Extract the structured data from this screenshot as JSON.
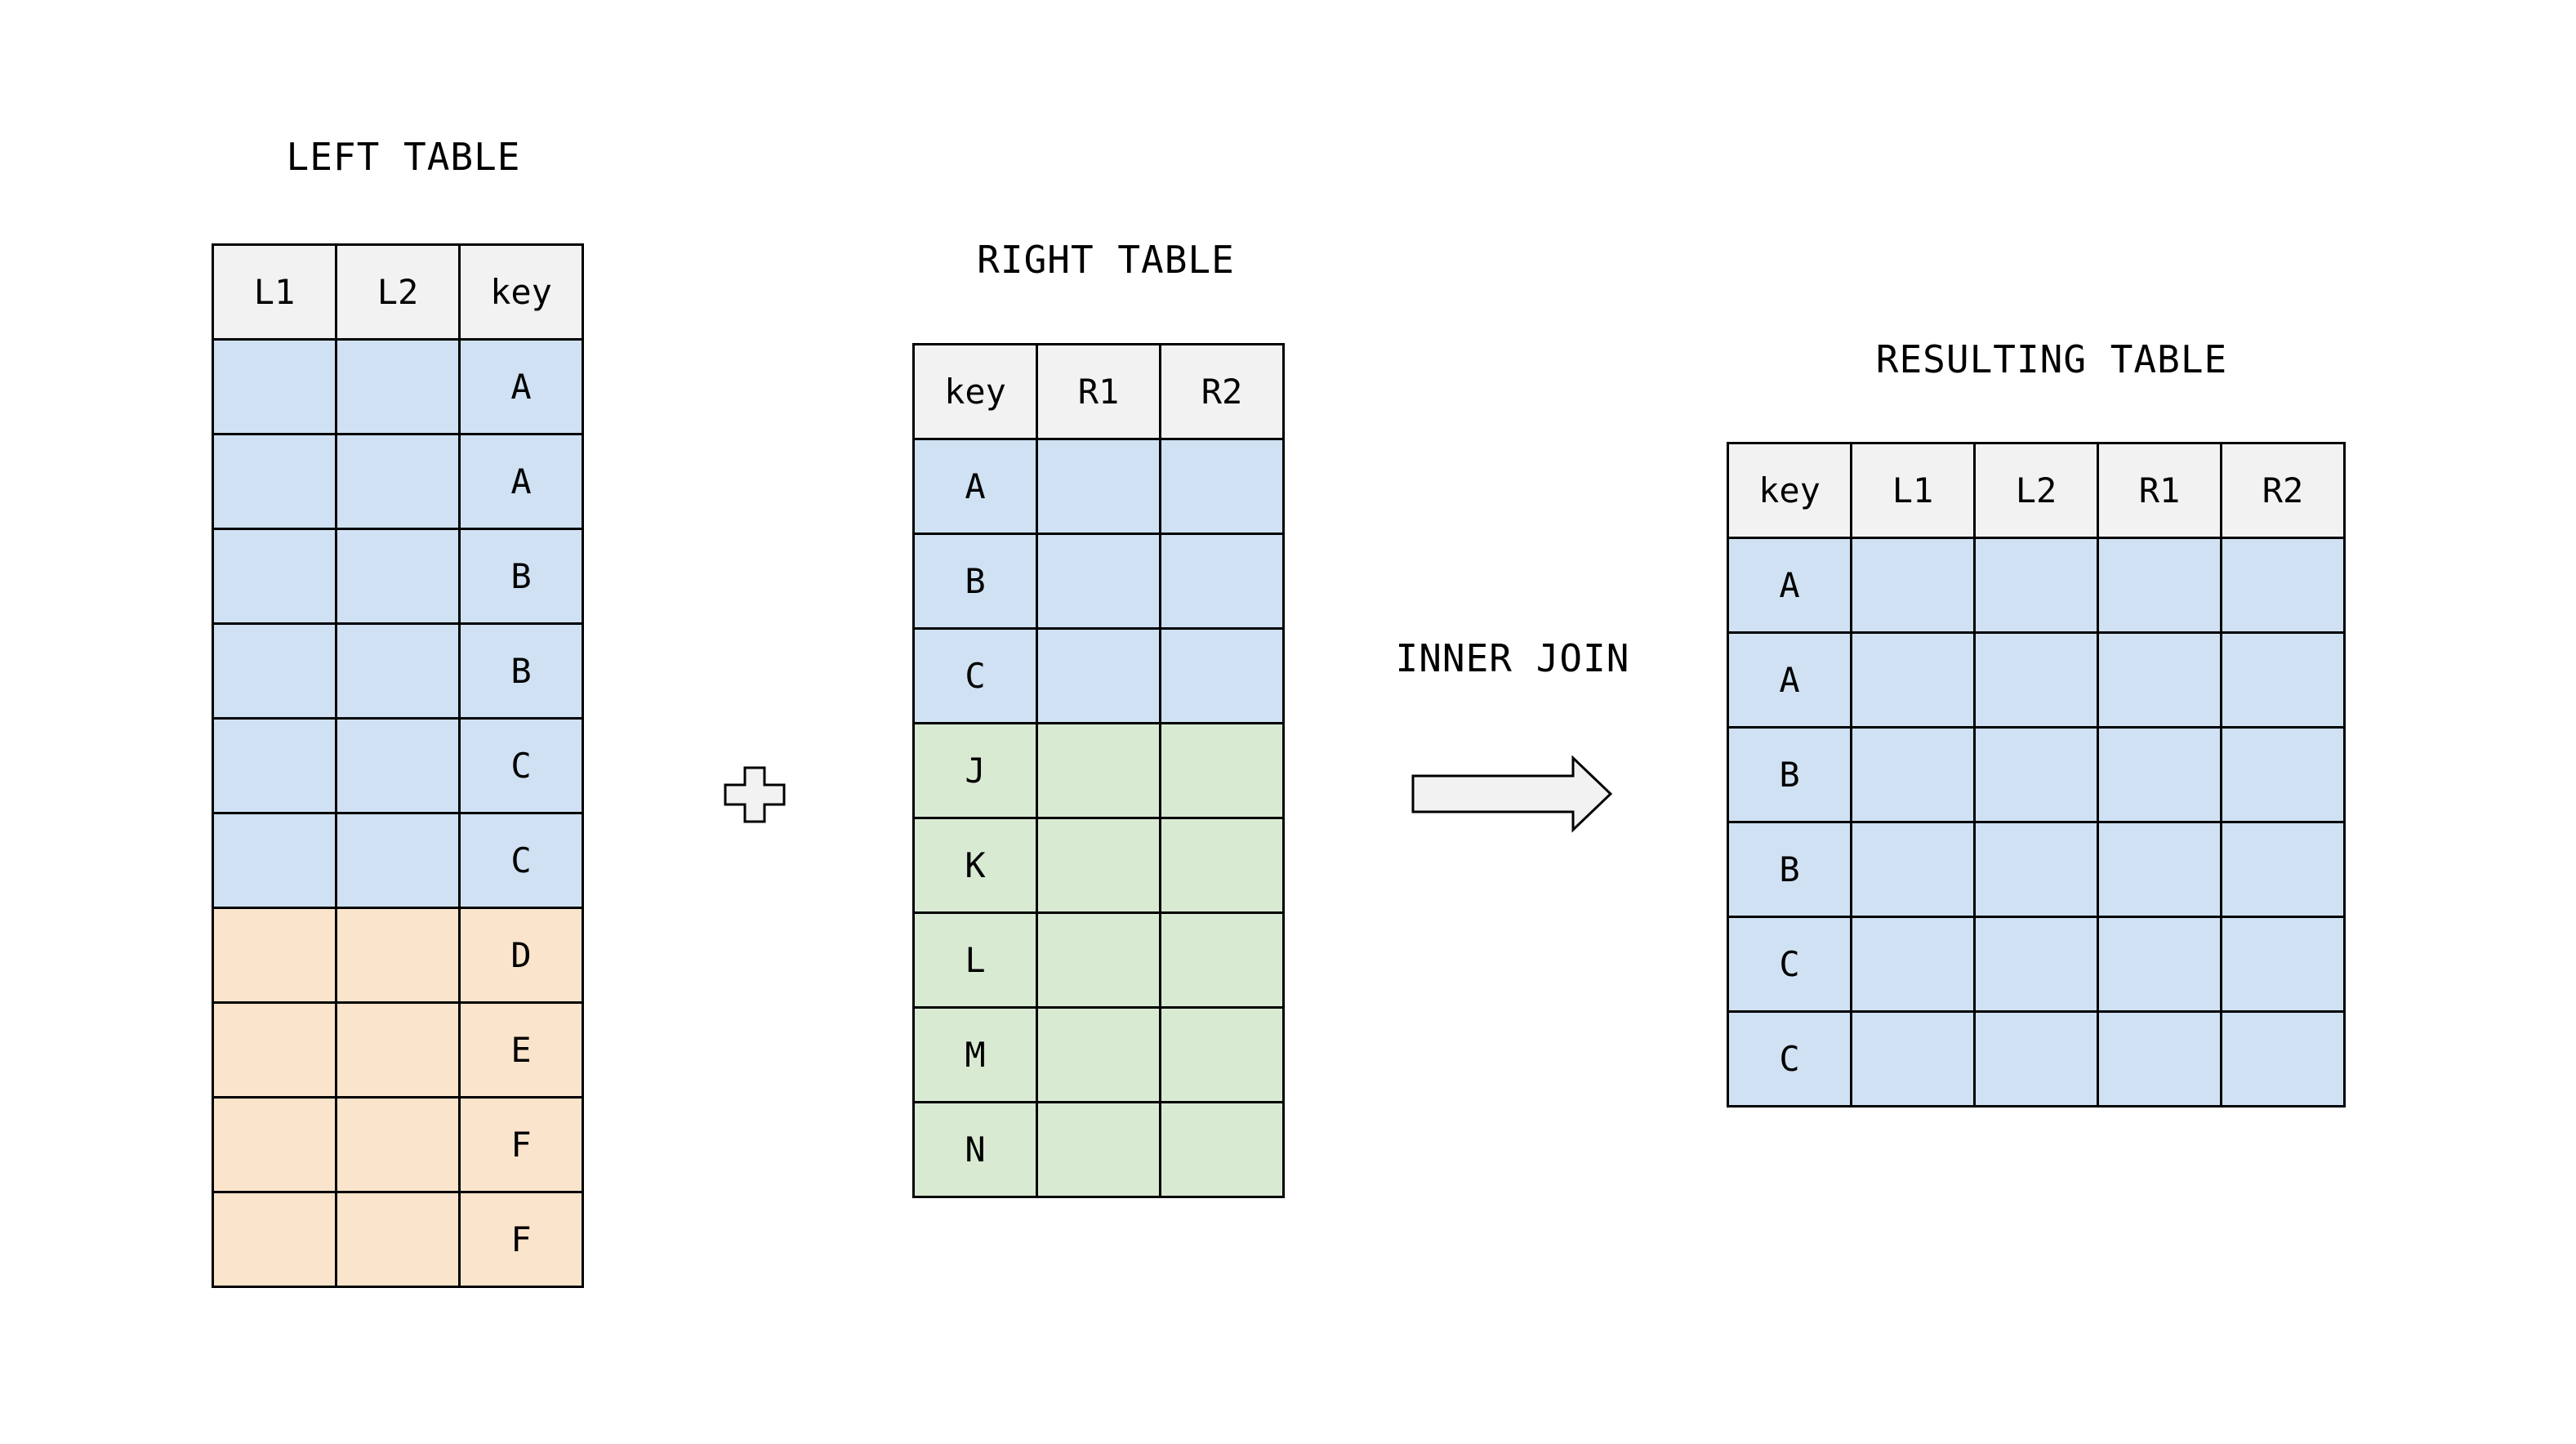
{
  "titles": {
    "left": "LEFT TABLE",
    "right": "RIGHT TABLE",
    "result": "RESULTING TABLE",
    "operation": "INNER JOIN"
  },
  "colors": {
    "header": "#f2f2f2",
    "matched": "#cfe1f2",
    "left_unmatched": "#fae4cb",
    "right_unmatched": "#d9ead3"
  },
  "icons": {
    "plus": "plus-icon",
    "arrow": "right-arrow-icon"
  },
  "left_table": {
    "headers": [
      "L1",
      "L2",
      "key"
    ],
    "rows": [
      {
        "key": "A",
        "color": "blue"
      },
      {
        "key": "A",
        "color": "blue"
      },
      {
        "key": "B",
        "color": "blue"
      },
      {
        "key": "B",
        "color": "blue"
      },
      {
        "key": "C",
        "color": "blue"
      },
      {
        "key": "C",
        "color": "blue"
      },
      {
        "key": "D",
        "color": "orange"
      },
      {
        "key": "E",
        "color": "orange"
      },
      {
        "key": "F",
        "color": "orange"
      },
      {
        "key": "F",
        "color": "orange"
      }
    ]
  },
  "right_table": {
    "headers": [
      "key",
      "R1",
      "R2"
    ],
    "rows": [
      {
        "key": "A",
        "color": "blue"
      },
      {
        "key": "B",
        "color": "blue"
      },
      {
        "key": "C",
        "color": "blue"
      },
      {
        "key": "J",
        "color": "green"
      },
      {
        "key": "K",
        "color": "green"
      },
      {
        "key": "L",
        "color": "green"
      },
      {
        "key": "M",
        "color": "green"
      },
      {
        "key": "N",
        "color": "green"
      }
    ]
  },
  "result_table": {
    "headers": [
      "key",
      "L1",
      "L2",
      "R1",
      "R2"
    ],
    "rows": [
      {
        "key": "A",
        "color": "blue"
      },
      {
        "key": "A",
        "color": "blue"
      },
      {
        "key": "B",
        "color": "blue"
      },
      {
        "key": "B",
        "color": "blue"
      },
      {
        "key": "C",
        "color": "blue"
      },
      {
        "key": "C",
        "color": "blue"
      }
    ]
  }
}
